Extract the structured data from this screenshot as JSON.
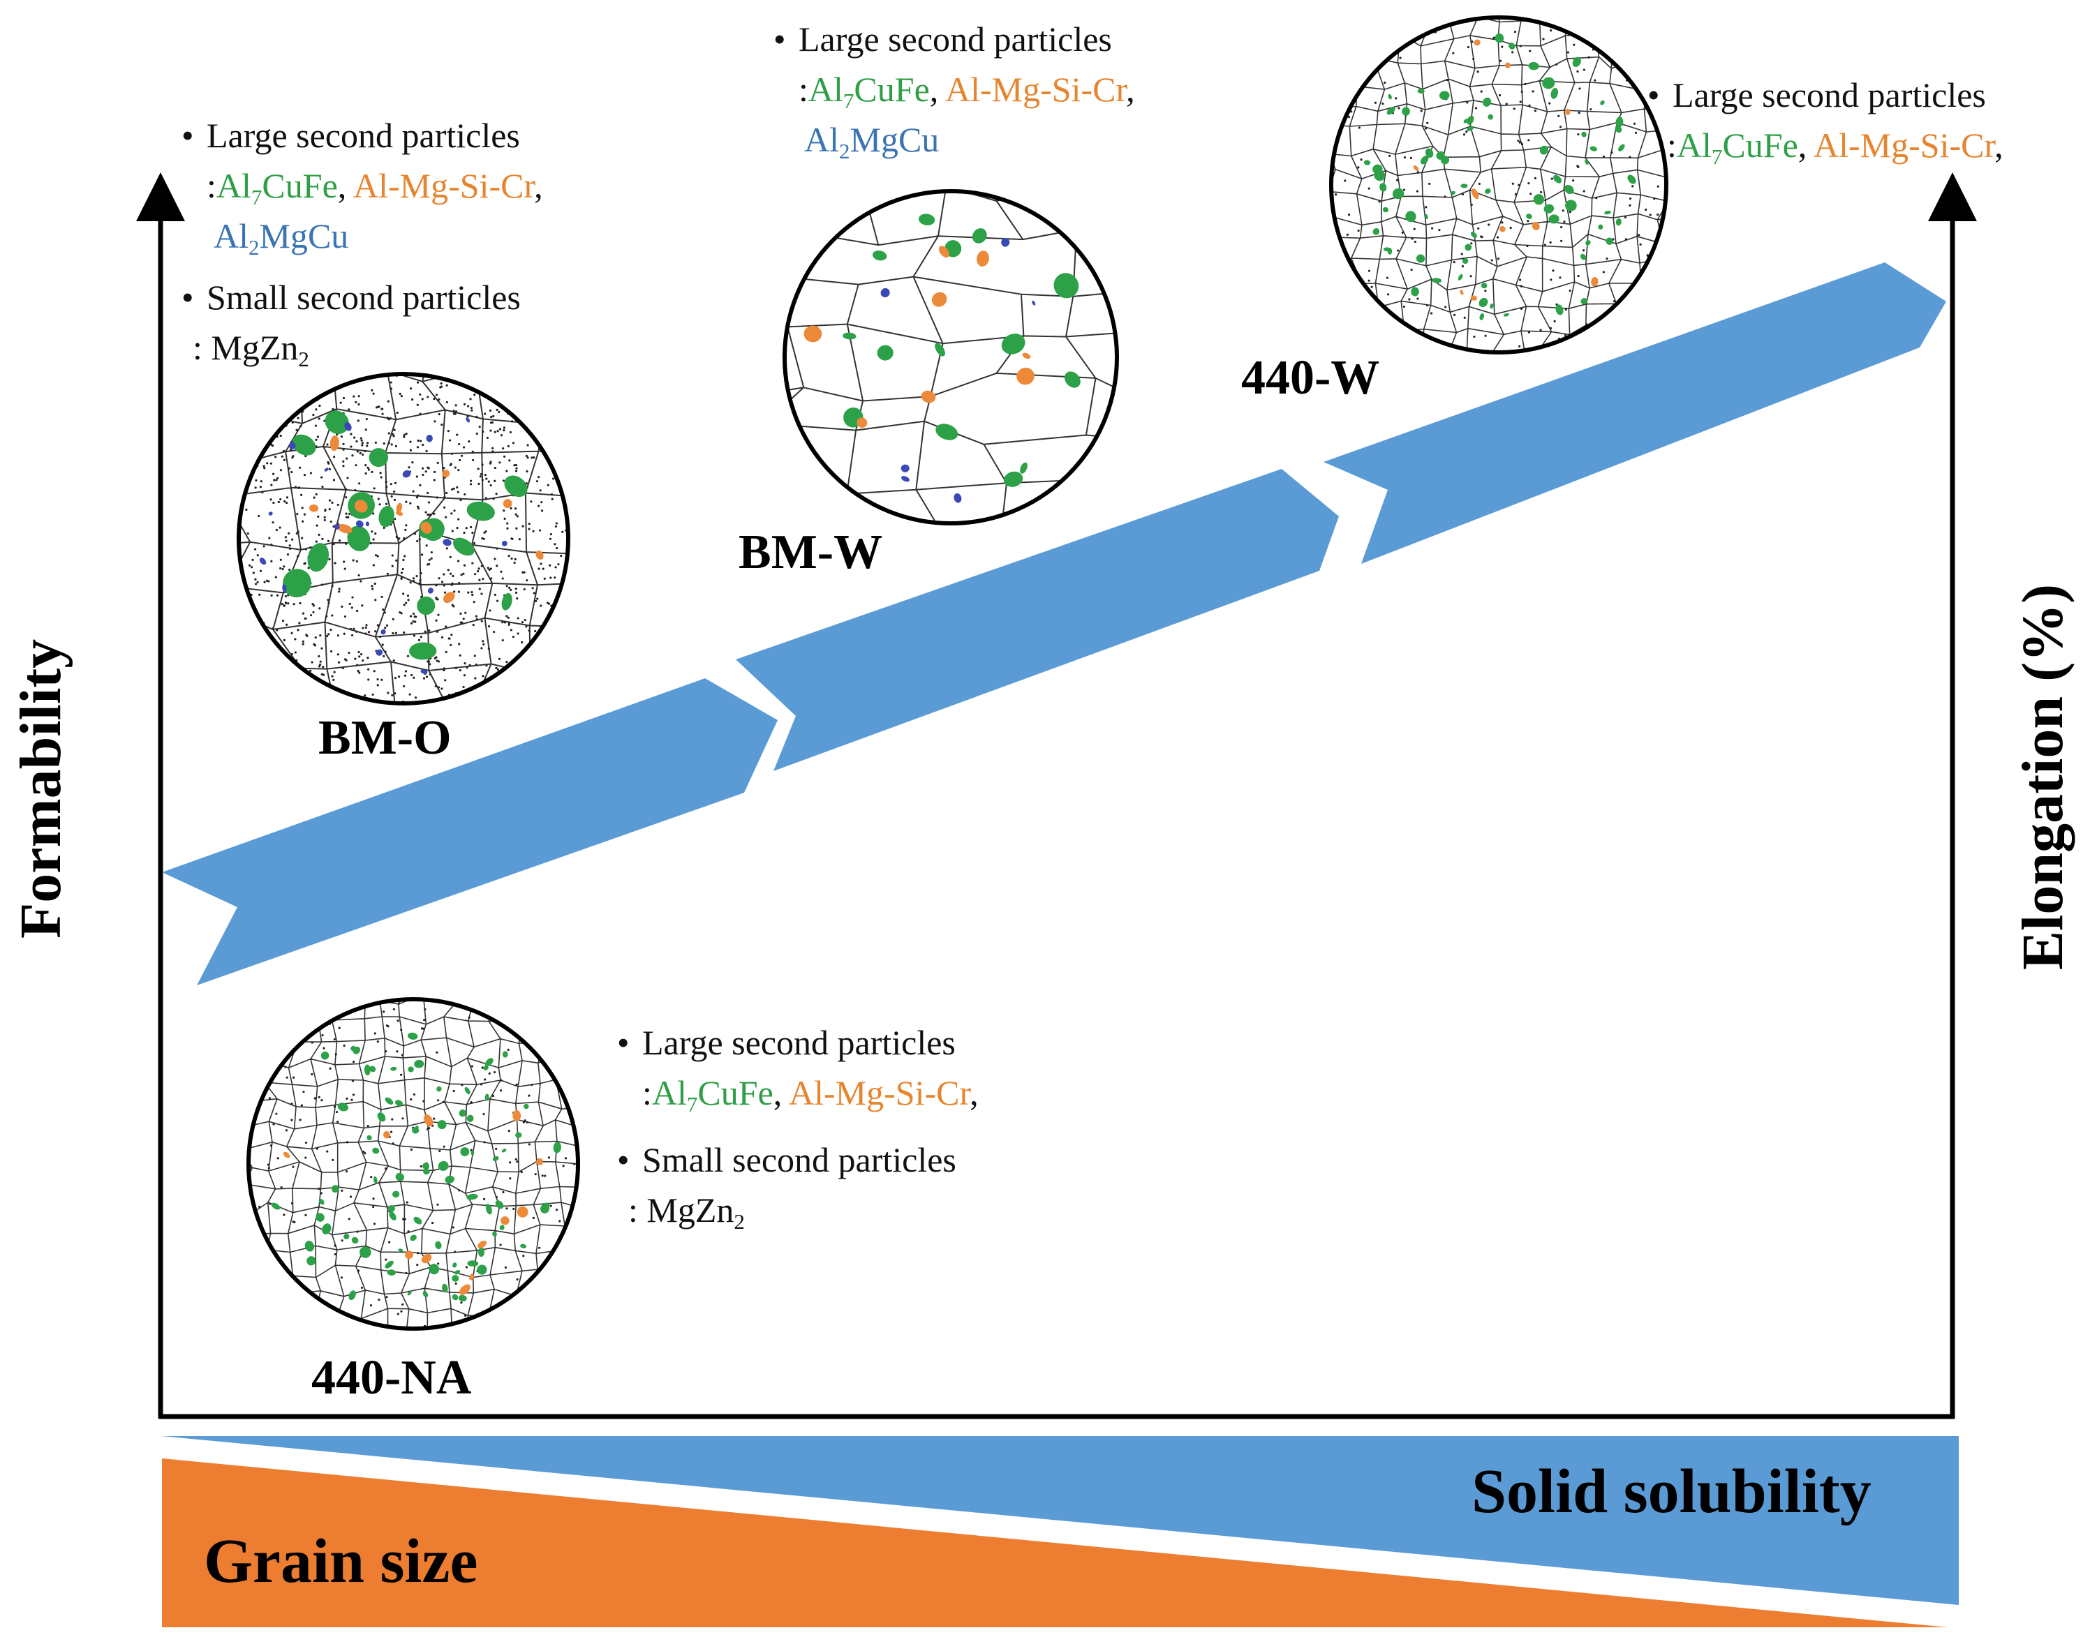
{
  "y_axis_left": "Formability",
  "y_axis_right": "Elongation (%)",
  "bottom_bars": {
    "grain_size": "Grain size",
    "solid_solubility": "Solid solubility",
    "grain_color": "#ed7d31",
    "solubility_color": "#5b9bd5"
  },
  "arrow_color": "#5b9bd5",
  "stages": [
    {
      "name": "BM-O",
      "large_title": "Large second particles",
      "large_phases": [
        {
          "base": "Al",
          "sub": "7",
          "rest": "CuFe",
          "color": "#2f9e47"
        },
        {
          "base": "Al-Mg-Si-Cr",
          "sub": "",
          "rest": "",
          "color": "#e6852f"
        },
        {
          "base": "Al",
          "sub": "2",
          "rest": "MgCu",
          "color": "#3a74b4"
        }
      ],
      "small_title": "Small second particles",
      "small_phase": {
        "base": "MgZn",
        "sub": "2"
      }
    },
    {
      "name": "BM-W",
      "large_title": "Large second particles",
      "large_phases": [
        {
          "base": "Al",
          "sub": "7",
          "rest": "CuFe",
          "color": "#2f9e47"
        },
        {
          "base": "Al-Mg-Si-Cr",
          "sub": "",
          "rest": "",
          "color": "#e6852f"
        },
        {
          "base": "Al",
          "sub": "2",
          "rest": "MgCu",
          "color": "#3a74b4"
        }
      ]
    },
    {
      "name": "440-W",
      "large_title": "Large second particles",
      "large_phases": [
        {
          "base": "Al",
          "sub": "7",
          "rest": "CuFe",
          "color": "#2f9e47"
        },
        {
          "base": "Al-Mg-Si-Cr",
          "sub": "",
          "rest": "",
          "color": "#e6852f"
        }
      ]
    },
    {
      "name": "440-NA",
      "large_title": "Large second particles",
      "large_phases": [
        {
          "base": "Al",
          "sub": "7",
          "rest": "CuFe",
          "color": "#2f9e47"
        },
        {
          "base": "Al-Mg-Si-Cr",
          "sub": "",
          "rest": "",
          "color": "#e6852f"
        }
      ],
      "small_title": "Small second particles",
      "small_phase": {
        "base": "MgZn",
        "sub": "2"
      }
    }
  ]
}
